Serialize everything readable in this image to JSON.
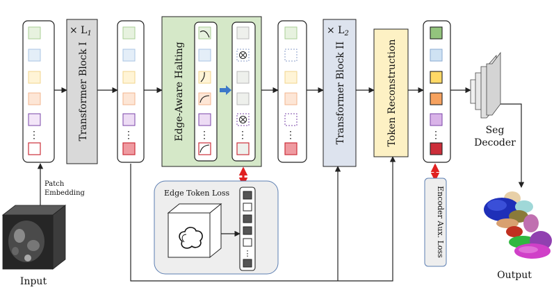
{
  "labels": {
    "input": "Input",
    "patch_embedding_line1": "Patch",
    "patch_embedding_line2": "Embedding",
    "transformer_block_1": "Transformer Block I",
    "repeat_1_prefix": "× L",
    "repeat_1_sub": "1",
    "edge_aware_halting": "Edge-Aware Halting",
    "transformer_block_2": "Transformer Block II",
    "repeat_2_prefix": "× L",
    "repeat_2_sub": "2",
    "token_reconstruction": "Token Reconstruction",
    "seg_decoder_line1": "Seg",
    "seg_decoder_line2": "Decoder",
    "output": "Output",
    "edge_token_loss": "Edge Token Loss",
    "encoder_aux_loss": "Encoder Aux. Loss",
    "ellipsis": "⋮"
  },
  "colors": {
    "block_gray": "#d9d9d9",
    "block_gray_blue": "#dde3ee",
    "halting_green": "#d5e8c8",
    "reconstruction_yellow": "#fdf1c4",
    "loss_panel": "#eeeeee",
    "loss_panel_border": "#5b7db1",
    "red_arrow": "#e02020",
    "blue_arrow": "#3d78c9",
    "token_green": "#93c47d",
    "token_blue": "#cfe2f3",
    "token_yellow": "#ffd966",
    "token_orange": "#f6a25f",
    "token_purple": "#d9b3e8",
    "token_red": "#cc2e3a"
  }
}
